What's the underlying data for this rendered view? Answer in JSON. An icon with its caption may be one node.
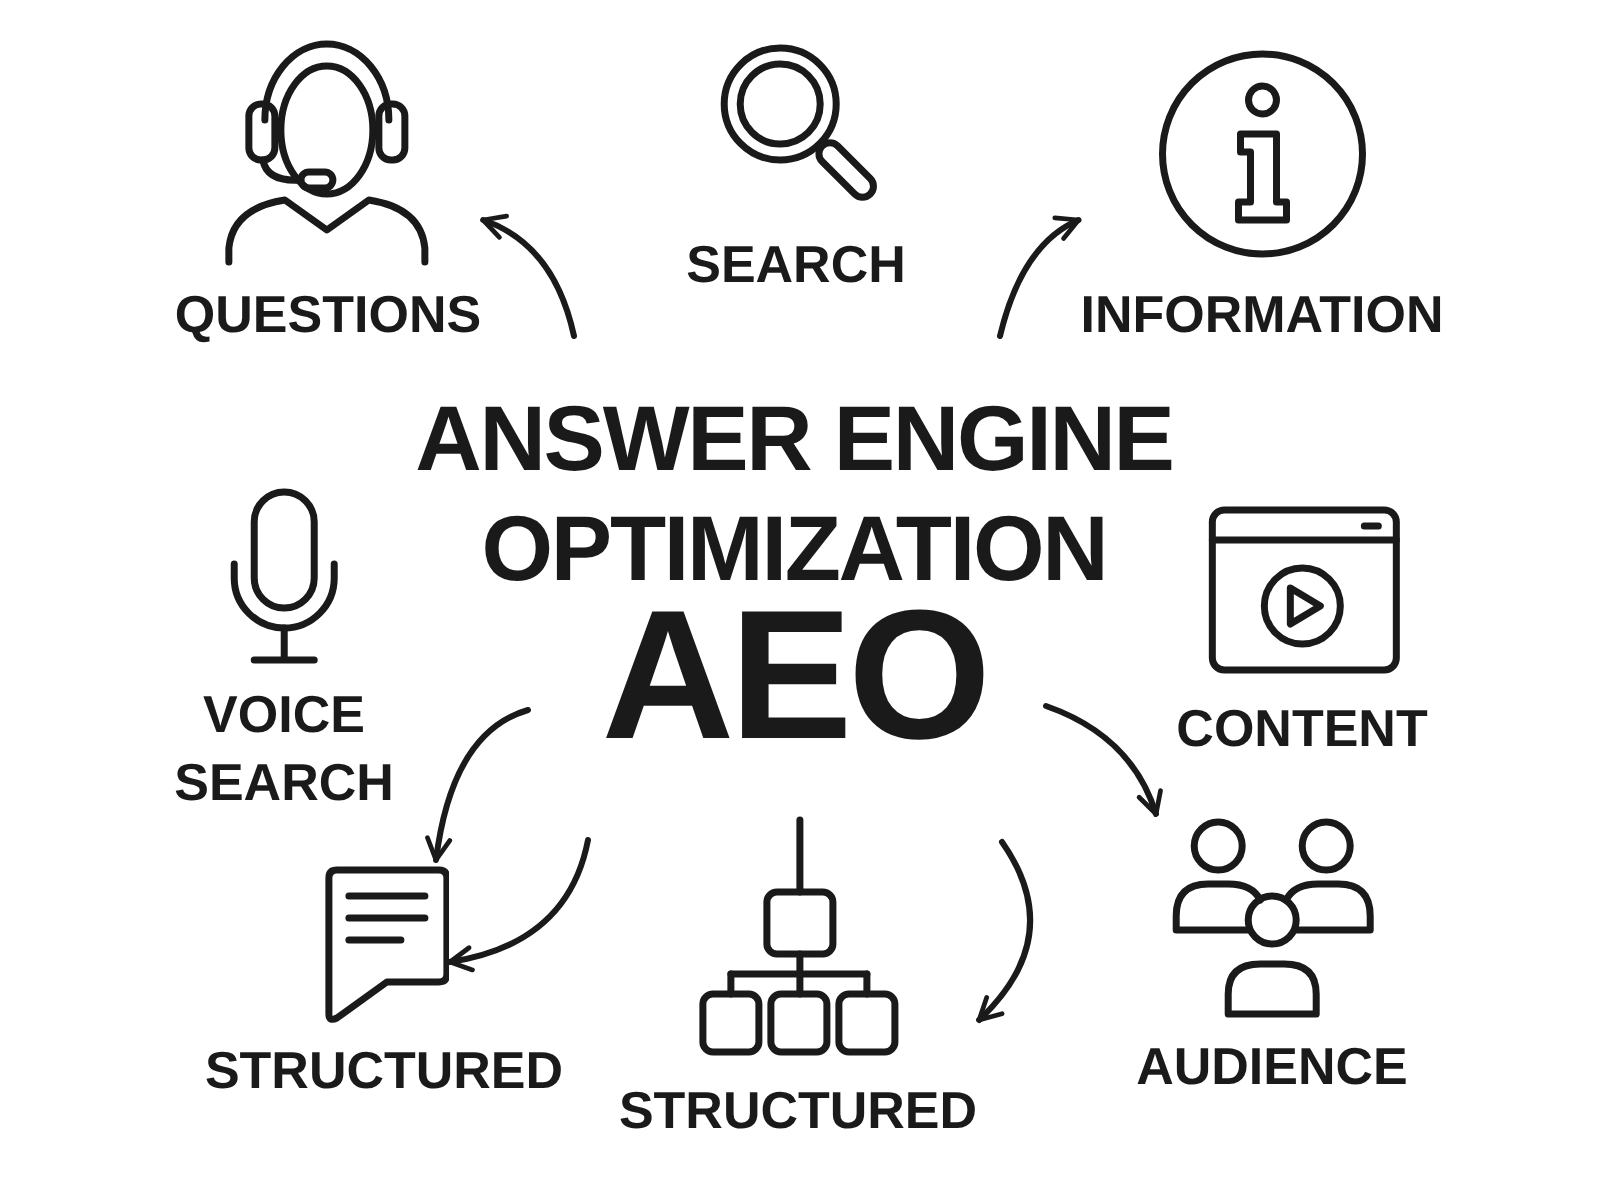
{
  "diagram": {
    "title": "ANSWER ENGINE OPTIMIZATION",
    "nodes": [
      {
        "text": [
          "QUESTIONS"
        ]
      },
      {
        "text": [
          "SEARCH"
        ]
      },
      {
        "text": [
          "INFORMATION"
        ]
      },
      {
        "text": [
          "VOICE SEARCH"
        ]
      },
      {
        "text": [
          "CONTENT"
        ]
      },
      {
        "text": [
          "STRUCTURED"
        ]
      },
      {
        "text": [
          "STRUCTURED"
        ]
      },
      {
        "text": [
          "AUDIENCE"
        ]
      }
    ],
    "edges": [
      {
        "from": null,
        "to": 0,
        "arrow": "to"
      },
      {
        "from": null,
        "to": 2,
        "arrow": "to"
      },
      {
        "from": null,
        "to": 5,
        "arrow": "to"
      },
      {
        "from": null,
        "to": 5,
        "arrow": "to"
      },
      {
        "from": null,
        "to": 6,
        "arrow": "to"
      },
      {
        "from": null,
        "to": 7,
        "arrow": "to"
      }
    ],
    "labels": [
      "AEO"
    ]
  }
}
